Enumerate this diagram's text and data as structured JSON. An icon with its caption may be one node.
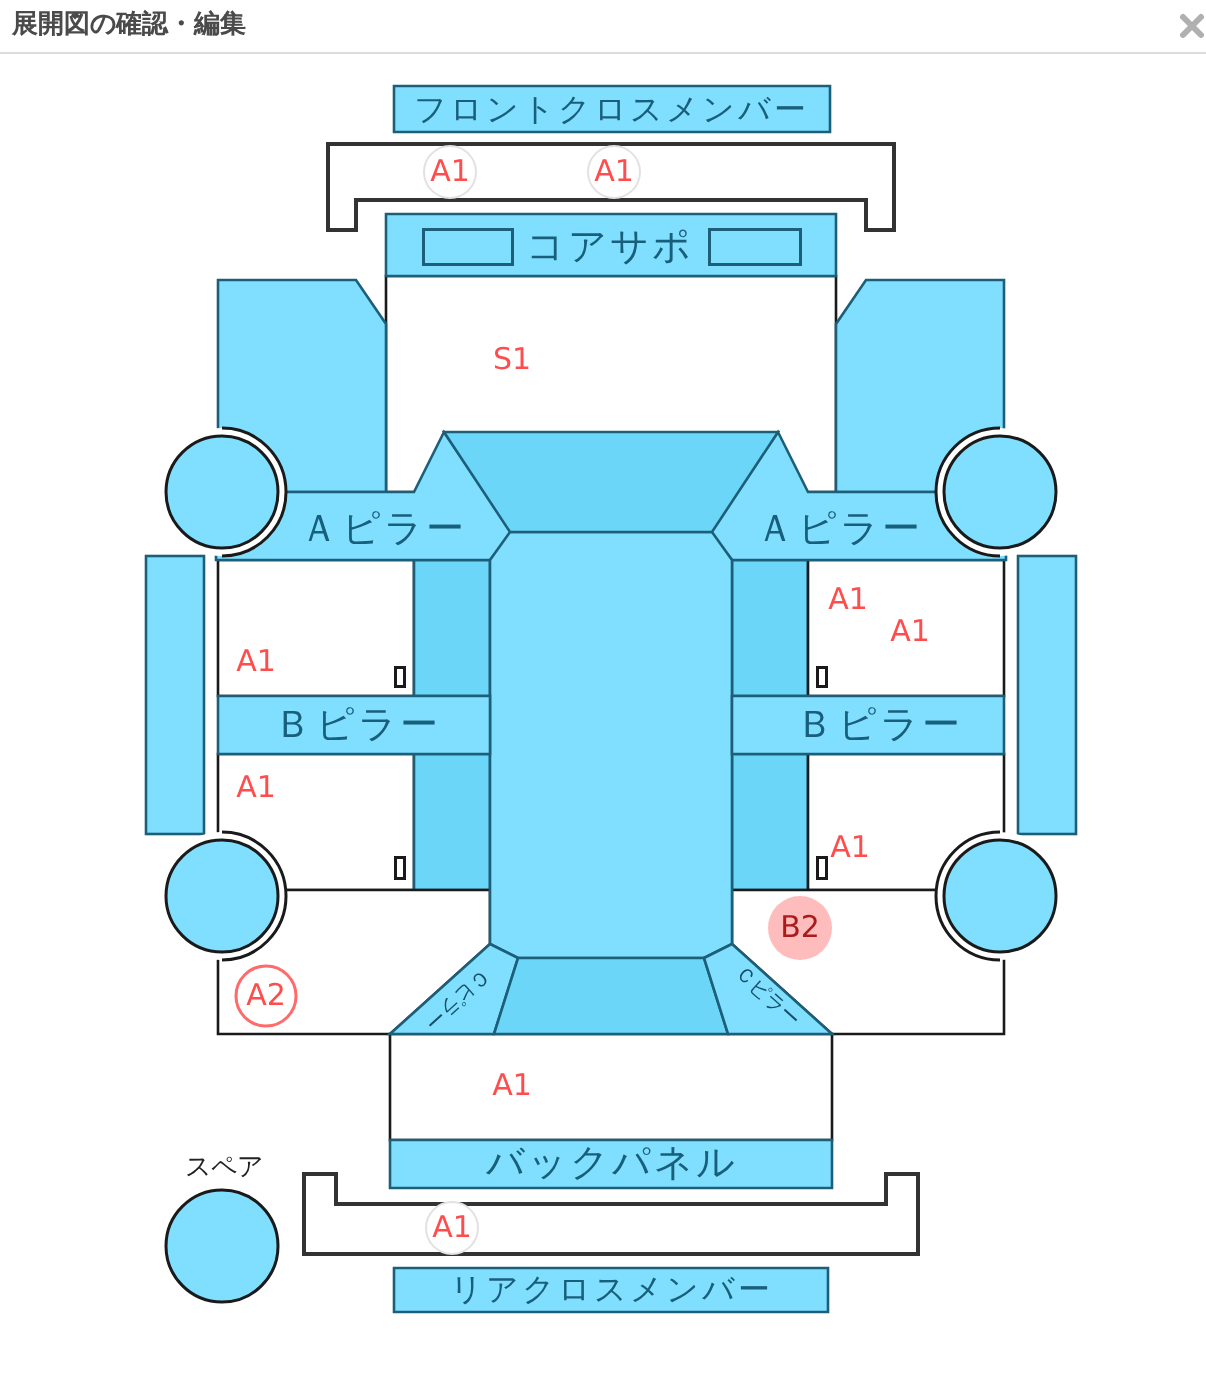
{
  "diagram": {
    "title": "展開図の確認・編集",
    "nodes": [
      {
        "text": [
          "フロントクロスメンバー"
        ]
      },
      {
        "text": [
          "A1",
          "A1"
        ]
      },
      {
        "text": [
          "コアサポ"
        ]
      },
      {
        "text": [],
        "shape": "box"
      },
      {
        "text": [
          "S1"
        ]
      },
      {
        "text": [],
        "shape": "box"
      },
      {
        "text": [],
        "shape": "box"
      },
      {
        "text": [],
        "shape": "circle"
      },
      {
        "text": [
          "Ａピラー"
        ]
      },
      {
        "text": [
          "Ａピラー"
        ]
      },
      {
        "text": [],
        "shape": "circle"
      },
      {
        "text": [],
        "shape": "box"
      },
      {
        "text": [],
        "shape": "bar"
      },
      {
        "text": [
          "A1"
        ]
      },
      {
        "text": [],
        "shape": "bar"
      },
      {
        "text": [],
        "shape": "bar"
      },
      {
        "text": [
          "A1",
          "A1"
        ]
      },
      {
        "text": [],
        "shape": "bar"
      },
      {
        "text": [
          "Ｂピラー"
        ]
      },
      {
        "text": [
          "Ｂピラー"
        ]
      },
      {
        "text": [
          "A1"
        ]
      },
      {
        "text": [],
        "shape": "bar"
      },
      {
        "text": [],
        "shape": "bar"
      },
      {
        "text": [
          "A1"
        ]
      },
      {
        "text": [],
        "shape": "circle"
      },
      {
        "text": [],
        "shape": "box"
      },
      {
        "text": [
          "A2"
        ],
        "in": 25
      },
      {
        "text": [],
        "shape": "box"
      },
      {
        "text": [
          "B2"
        ],
        "in": 27
      },
      {
        "text": [],
        "shape": "circle"
      },
      {
        "text": [
          "Ｃピラー"
        ]
      },
      {
        "text": [],
        "shape": "box"
      },
      {
        "text": [
          "Ｃピラー"
        ]
      },
      {
        "text": [
          "A1"
        ]
      },
      {
        "text": [
          "バックパネル"
        ]
      },
      {
        "text": [
          "スペア"
        ]
      },
      {
        "text": [
          "A1"
        ]
      },
      {
        "text": [
          "リアクロスメンバー"
        ]
      }
    ]
  }
}
